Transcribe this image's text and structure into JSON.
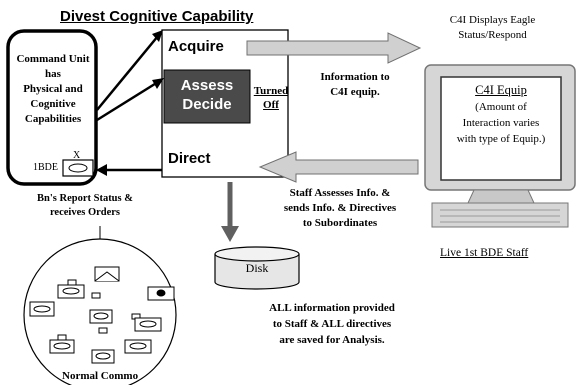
{
  "title": "Divest Cognitive Capability",
  "command_unit": {
    "text_lines": [
      "Command Unit",
      "has",
      "Physical and",
      "Cognitive",
      "Capabilities"
    ],
    "unit_id": "1BDE",
    "unit_symbol": "X"
  },
  "process_box": {
    "acquire": "Acquire",
    "assess_decide_lines": [
      "Assess",
      "Decide"
    ],
    "turned_off_lines": [
      "Turned",
      "Off"
    ],
    "direct": "Direct"
  },
  "c4i_caption_lines": [
    "C4I Displays Eagle",
    "Status/Respond"
  ],
  "info_to_c4i_lines": [
    "Information to",
    "C4I equip."
  ],
  "monitor": {
    "title": "C4I Equip",
    "text_lines": [
      "(Amount of",
      "Interaction varies",
      "with type of Equip.)"
    ]
  },
  "staff_assesses_lines": [
    "Staff Assesses Info. &",
    "sends Info. & Directives",
    "to Subordinates"
  ],
  "staff_caption": "Live 1st BDE Staff",
  "report_lines": [
    "Bn's Report Status &",
    "receives Orders"
  ],
  "disk_label": "Disk",
  "saved_lines": [
    "ALL information provided",
    "to Staff & ALL directives",
    "are saved for Analysis."
  ],
  "normal_commo": "Normal Commo",
  "colors": {
    "assess_box": "#4a4a4a",
    "arrow_fill": "#d0d0d0",
    "arrow_stroke": "#707070",
    "monitor": "#d6d6d6"
  }
}
